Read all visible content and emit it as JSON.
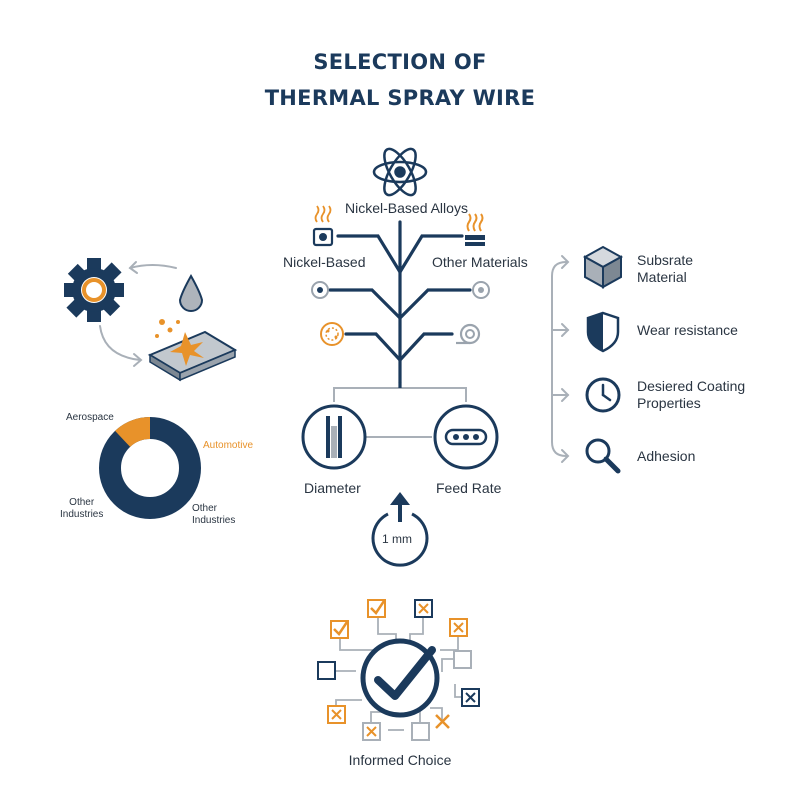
{
  "title": {
    "line1": "SELECTION OF",
    "line2": "THERMAL SPRAY WIRE"
  },
  "tree": {
    "top_label": "Nickel-Based Alloys",
    "left_label": "Nickel-Based",
    "right_label": "Other Materials",
    "diameter_label": "Diameter",
    "feed_rate_label": "Feed Rate",
    "dial_value": "1 mm",
    "top_icon": "atom-icon",
    "left_icon": "heated-spool-icon",
    "right_icon": "heat-source-icon",
    "diameter_icon": "wire-gauge-icon",
    "feed_rate_icon": "feed-rollers-icon"
  },
  "factors": [
    {
      "icon": "cube-icon",
      "label": "Subsrate\nMaterial"
    },
    {
      "icon": "shield-icon",
      "label": "Wear resistance"
    },
    {
      "icon": "clock-icon",
      "label": "Desiered Coating\nProperties"
    },
    {
      "icon": "magnifier-icon",
      "label": "Adhesion"
    }
  ],
  "industries": {
    "labels": {
      "aerospace": "Aerospace",
      "automotive": "Automotive",
      "other_left": "Other\nIndustries",
      "other_right": "Other\nIndustries"
    },
    "share_automotive": 0.12
  },
  "process_icons": [
    "gear-icon",
    "droplet-icon",
    "spray-plate-icon"
  ],
  "outcome": {
    "label": "Informed Choice",
    "icon": "check-circle-icon"
  },
  "colors": {
    "navy": "#1b3a5c",
    "orange": "#e8922a",
    "gray": "#a9b0b8"
  }
}
